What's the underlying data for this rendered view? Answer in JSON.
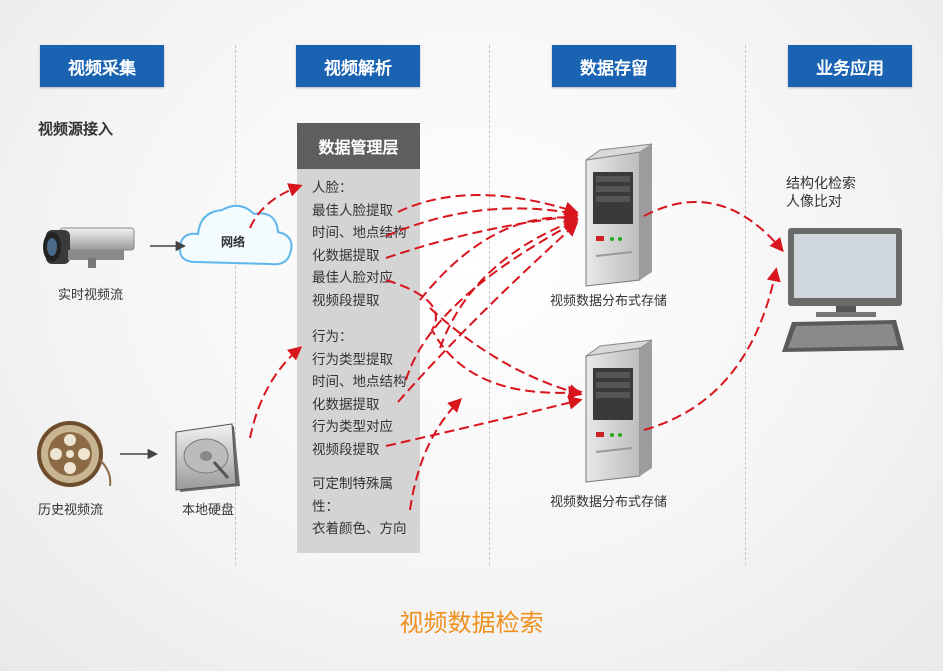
{
  "columns": [
    "视频采集",
    "视频解析",
    "数据存留",
    "业务应用"
  ],
  "source_section": "视频源接入",
  "nodes": {
    "camera": "实时视频流",
    "network": "网络",
    "film": "历史视频流",
    "disk": "本地硬盘",
    "storage1": "视频数据分布式存储",
    "storage2": "视频数据分布式存储",
    "app": "结构化检索",
    "app2": "人像比对"
  },
  "management": {
    "title": "数据管理层",
    "group1": [
      "人脸：",
      "最佳人脸提取",
      "时间、地点结构",
      "化数据提取",
      "最佳人脸对应",
      "视频段提取"
    ],
    "group2": [
      "行为：",
      "行为类型提取",
      "时间、地点结构",
      "化数据提取",
      "行为类型对应",
      "视频段提取"
    ],
    "group3": [
      "可定制特殊属",
      "性：",
      "衣着颜色、方向"
    ]
  },
  "footer": "视频数据检索",
  "colors": {
    "header_blue": "#1a63b3",
    "arrow_red": "#d8141c",
    "footer_orange": "#f0901e"
  }
}
